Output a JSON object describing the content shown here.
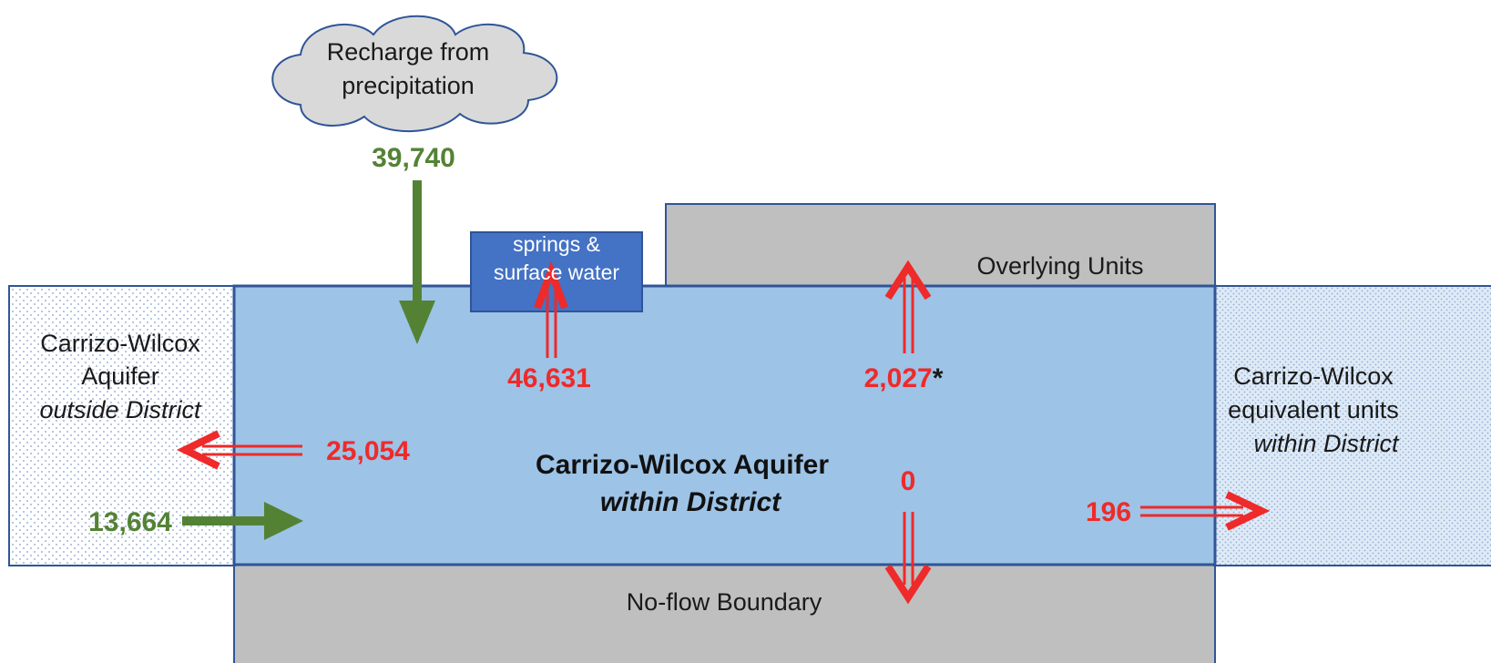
{
  "cloud": {
    "line1": "Recharge from",
    "line2": "precipitation"
  },
  "flows": {
    "recharge": "39,740",
    "springs": "46,631",
    "overlying": "2,027",
    "overlying_mark": "*",
    "outflow_outside": "25,054",
    "inflow_outside": "13,664",
    "no_flow": "0",
    "equivalent_units": "196"
  },
  "boxes": {
    "springs_line1": "springs &",
    "springs_line2": "surface water",
    "overlying": "Overlying Units",
    "no_flow": "No-flow Boundary",
    "main_line1": "Carrizo-Wilcox Aquifer",
    "main_line2": "within District",
    "left_line1": "Carrizo-Wilcox",
    "left_line2": "Aquifer",
    "left_line3": "outside District",
    "right_line1": "Carrizo-Wilcox",
    "right_line2": "equivalent units",
    "right_line3": "within District"
  },
  "colors": {
    "aquifer": "#9dc3e6",
    "aquifer_border": "#2f5597",
    "gray_unit": "#bfbfbf",
    "springs_box": "#4472c4",
    "inflow_arrow": "#548235",
    "outflow_arrow": "#ee2a2a"
  }
}
